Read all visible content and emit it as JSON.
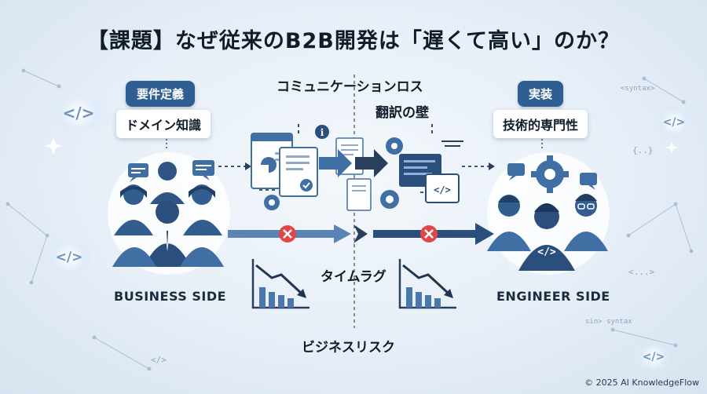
{
  "title": "【課題】なぜ従来のB2B開発は「遅くて高い」のか？",
  "business": {
    "pill": "要件定義",
    "box": "ドメイン知識",
    "label": "BUSINESS SIDE"
  },
  "engineer": {
    "pill": "実装",
    "box": "技術的専門性",
    "label": "ENGINEER SIDE"
  },
  "center": {
    "communication_loss": "コミュニケーションロス",
    "translation_wall": "翻訳の壁",
    "time_lag": "タイムラグ",
    "business_risk": "ビジネスリスク"
  },
  "decorations": {
    "syntax_top": "<syntax>",
    "syntax_bottom": "sin> syntax",
    "code_glyph": "</>",
    "dots_a": "{..}",
    "dots_b": "<...>"
  },
  "colors": {
    "accent": "#2f5f92",
    "error": "#e04848",
    "icon_blue": "#3f6fa3"
  },
  "copyright": "© 2025 AI KnowledgeFlow"
}
